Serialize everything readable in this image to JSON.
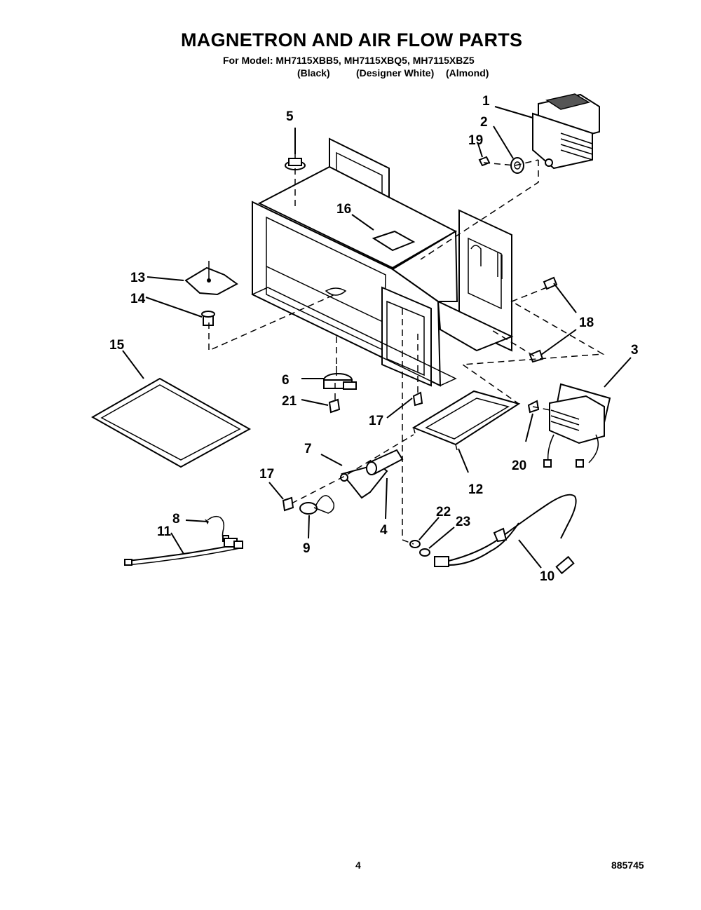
{
  "header": {
    "title": "MAGNETRON AND AIR FLOW PARTS",
    "models_line": "For Model: MH7115XBB5, MH7115XBQ5, MH7115XBZ5",
    "color_black": "(Black)",
    "color_white": "(Designer White)",
    "color_almond": "(Almond)"
  },
  "callouts": {
    "c1": "1",
    "c2": "2",
    "c3": "3",
    "c4": "4",
    "c5": "5",
    "c6": "6",
    "c7": "7",
    "c8": "8",
    "c9": "9",
    "c10": "10",
    "c11": "11",
    "c12": "12",
    "c13": "13",
    "c14": "14",
    "c15": "15",
    "c16": "16",
    "c17a": "17",
    "c17b": "17",
    "c18": "18",
    "c19": "19",
    "c20": "20",
    "c21": "21",
    "c22": "22",
    "c23": "23"
  },
  "footer": {
    "page_number": "4",
    "doc_number": "885745"
  }
}
